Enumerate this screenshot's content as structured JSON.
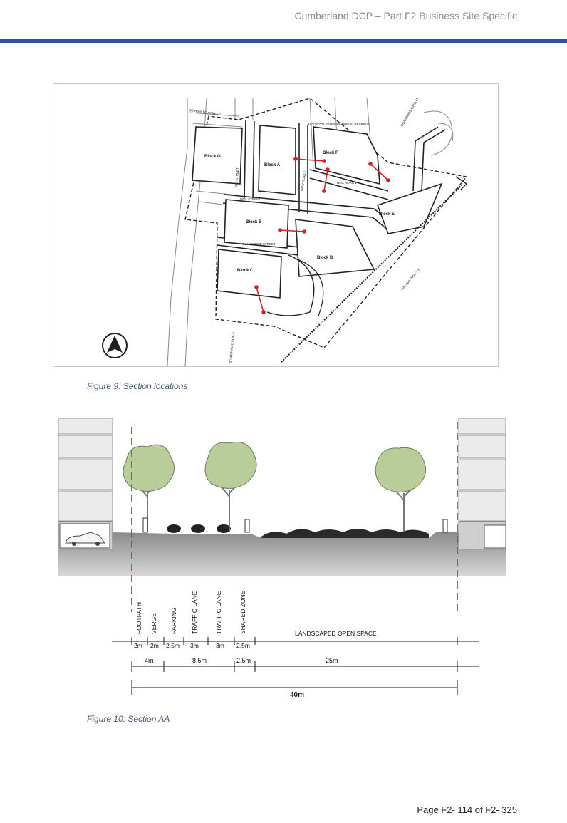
{
  "header": {
    "title": "Cumberland DCP – Part F2 Business Site Specific"
  },
  "figure9": {
    "caption": "Figure 9: Section locations",
    "labels": {
      "block_a": "Block A",
      "block_b": "Block B",
      "block_c": "Block C",
      "block_d": "Block D",
      "block_e": "Block E",
      "block_f": "Block F",
      "block_g": "Block G",
      "holroyd_gardens": "HOLROYD GARDENS PUBLIC RESERVE",
      "neil_street": "NEIL STREET",
      "gladstone_street": "GLADSTONE STREET",
      "hox_road": "HOX ROAD 1",
      "railway_tracks": "RAILWAY TRACKS",
      "dewsburg_circuit": "DEWSBURG CIRCUIT",
      "sorrento_street": "SORRENTO STREET",
      "cal_street": "CAL STREET",
      "new_road": "NEW ROAD 2",
      "somerville_place": "SOMERVILLE PLACE"
    }
  },
  "figure10": {
    "caption": "Figure 10: Section AA",
    "zones": [
      "FOOTPATH",
      "VERGE",
      "PARKING",
      "TRAFFIC LANE",
      "TRAFFIC LANE",
      "SHARED ZONE"
    ],
    "open_space": "LANDSCAPED OPEN SPACE",
    "dims_row1": [
      "2m",
      "2m",
      "2.5m",
      "3m",
      "3m",
      "2.5m"
    ],
    "dims_row2": [
      "4m",
      "8.5m",
      "2.5m",
      "25m"
    ],
    "total": "40m"
  },
  "footer": {
    "page": "Page F2- 114 of F2- 325"
  },
  "colors": {
    "header_rule": "#2e5597",
    "section_red": "#d42020"
  }
}
